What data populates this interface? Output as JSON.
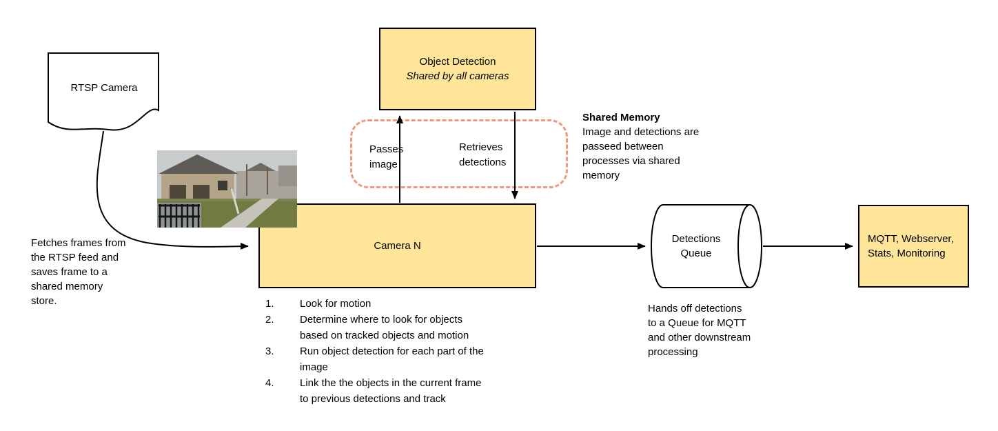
{
  "diagram": {
    "colors": {
      "box_fill": "#FFE599",
      "box_border": "#000000",
      "shared_dash": "#F0977D",
      "arrow": "#000000"
    },
    "rtsp_camera": {
      "label": "RTSP Camera"
    },
    "fetch_note": "Fetches frames from the RTSP feed and saves frame to a shared memory store.",
    "object_detection": {
      "title": "Object Detection",
      "subtitle": "Shared by all cameras"
    },
    "passes_image_label": "Passes image",
    "retrieves_detections_label": "Retrieves detections",
    "shared_memory_note": {
      "title": "Shared Memory",
      "body": "Image and detections are passeed between processes via shared memory"
    },
    "camera_n": {
      "label": "Camera N"
    },
    "camera_steps": [
      {
        "num": "1.",
        "text": "Look for motion"
      },
      {
        "num": "2.",
        "text": "Determine where to look for objects based on tracked objects and motion"
      },
      {
        "num": "3.",
        "text": "Run object detection for each part of the image"
      },
      {
        "num": "4.",
        "text": "Link the the objects in the current frame to previous detections and track"
      }
    ],
    "detections_queue": {
      "label": "Detections Queue"
    },
    "queue_note": "Hands off detections to a Queue for MQTT and other downstream processing",
    "mqtt_box": {
      "label": "MQTT, Webserver, Stats, Monitoring"
    }
  }
}
